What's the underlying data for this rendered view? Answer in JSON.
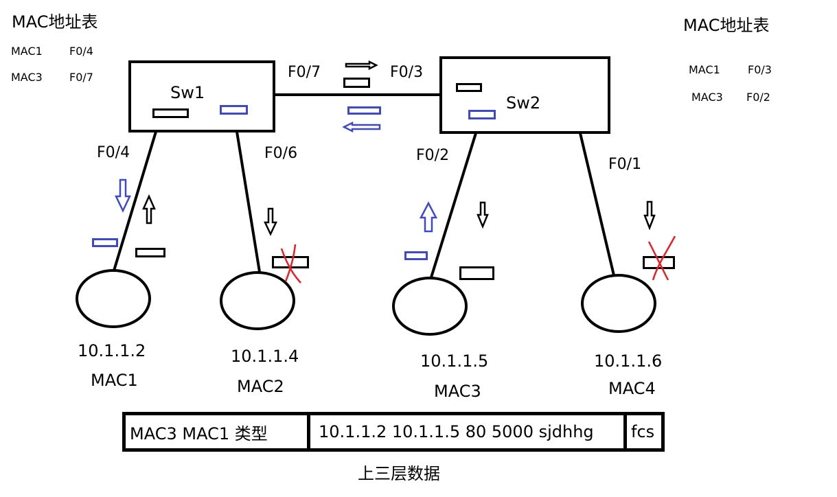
{
  "left_table": {
    "title": "MAC地址表",
    "rows": [
      {
        "mac": "MAC1",
        "port": "F0/4"
      },
      {
        "mac": "MAC3",
        "port": "F0/7"
      }
    ]
  },
  "right_table": {
    "title": "MAC地址表",
    "rows": [
      {
        "mac": "MAC1",
        "port": "F0/3"
      },
      {
        "mac": "MAC3",
        "port": "F0/2"
      }
    ]
  },
  "switches": [
    {
      "name": "Sw1"
    },
    {
      "name": "Sw2"
    }
  ],
  "trunk": {
    "left_port": "F0/7",
    "right_port": "F0/3"
  },
  "ports": {
    "sw1_host1": "F0/4",
    "sw1_host2": "F0/6",
    "sw2_host3": "F0/2",
    "sw2_host4": "F0/1"
  },
  "hosts": [
    {
      "ip": "10.1.1.2",
      "mac": "MAC1"
    },
    {
      "ip": "10.1.1.4",
      "mac": "MAC2"
    },
    {
      "ip": "10.1.1.5",
      "mac": "MAC3"
    },
    {
      "ip": "10.1.1.6",
      "mac": "MAC4"
    }
  ],
  "frame": {
    "header": "MAC3  MAC1  类型",
    "payload": "10.1.1.2  10.1.1.5 80 5000 sjdhhg",
    "trailer": "fcs",
    "caption": "上三层数据"
  },
  "colors": {
    "line": "#000000",
    "reply_packet": "#3f48cc",
    "drop_mark": "#ed1c24"
  }
}
